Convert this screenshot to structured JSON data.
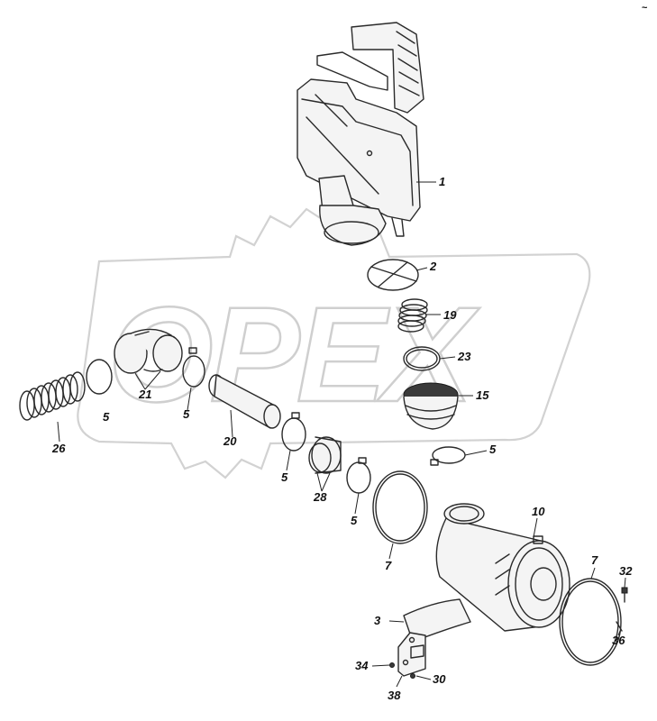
{
  "watermark": {
    "text": "OPEX"
  },
  "corner_mark": "~",
  "callouts": [
    {
      "id": "c1",
      "label": "1"
    },
    {
      "id": "c2",
      "label": "2"
    },
    {
      "id": "c19",
      "label": "19"
    },
    {
      "id": "c23",
      "label": "23"
    },
    {
      "id": "c15",
      "label": "15"
    },
    {
      "id": "c21",
      "label": "21"
    },
    {
      "id": "c5a",
      "label": "5"
    },
    {
      "id": "c5b",
      "label": "5"
    },
    {
      "id": "c26",
      "label": "26"
    },
    {
      "id": "c20",
      "label": "20"
    },
    {
      "id": "c5c",
      "label": "5"
    },
    {
      "id": "c28",
      "label": "28"
    },
    {
      "id": "c5d",
      "label": "5"
    },
    {
      "id": "c5e",
      "label": "5"
    },
    {
      "id": "c10",
      "label": "10"
    },
    {
      "id": "c7a",
      "label": "7"
    },
    {
      "id": "c7b",
      "label": "7"
    },
    {
      "id": "c32",
      "label": "32"
    },
    {
      "id": "c36",
      "label": "36"
    },
    {
      "id": "c3",
      "label": "3"
    },
    {
      "id": "c34",
      "label": "34"
    },
    {
      "id": "c30",
      "label": "30"
    },
    {
      "id": "c38",
      "label": "38"
    }
  ]
}
